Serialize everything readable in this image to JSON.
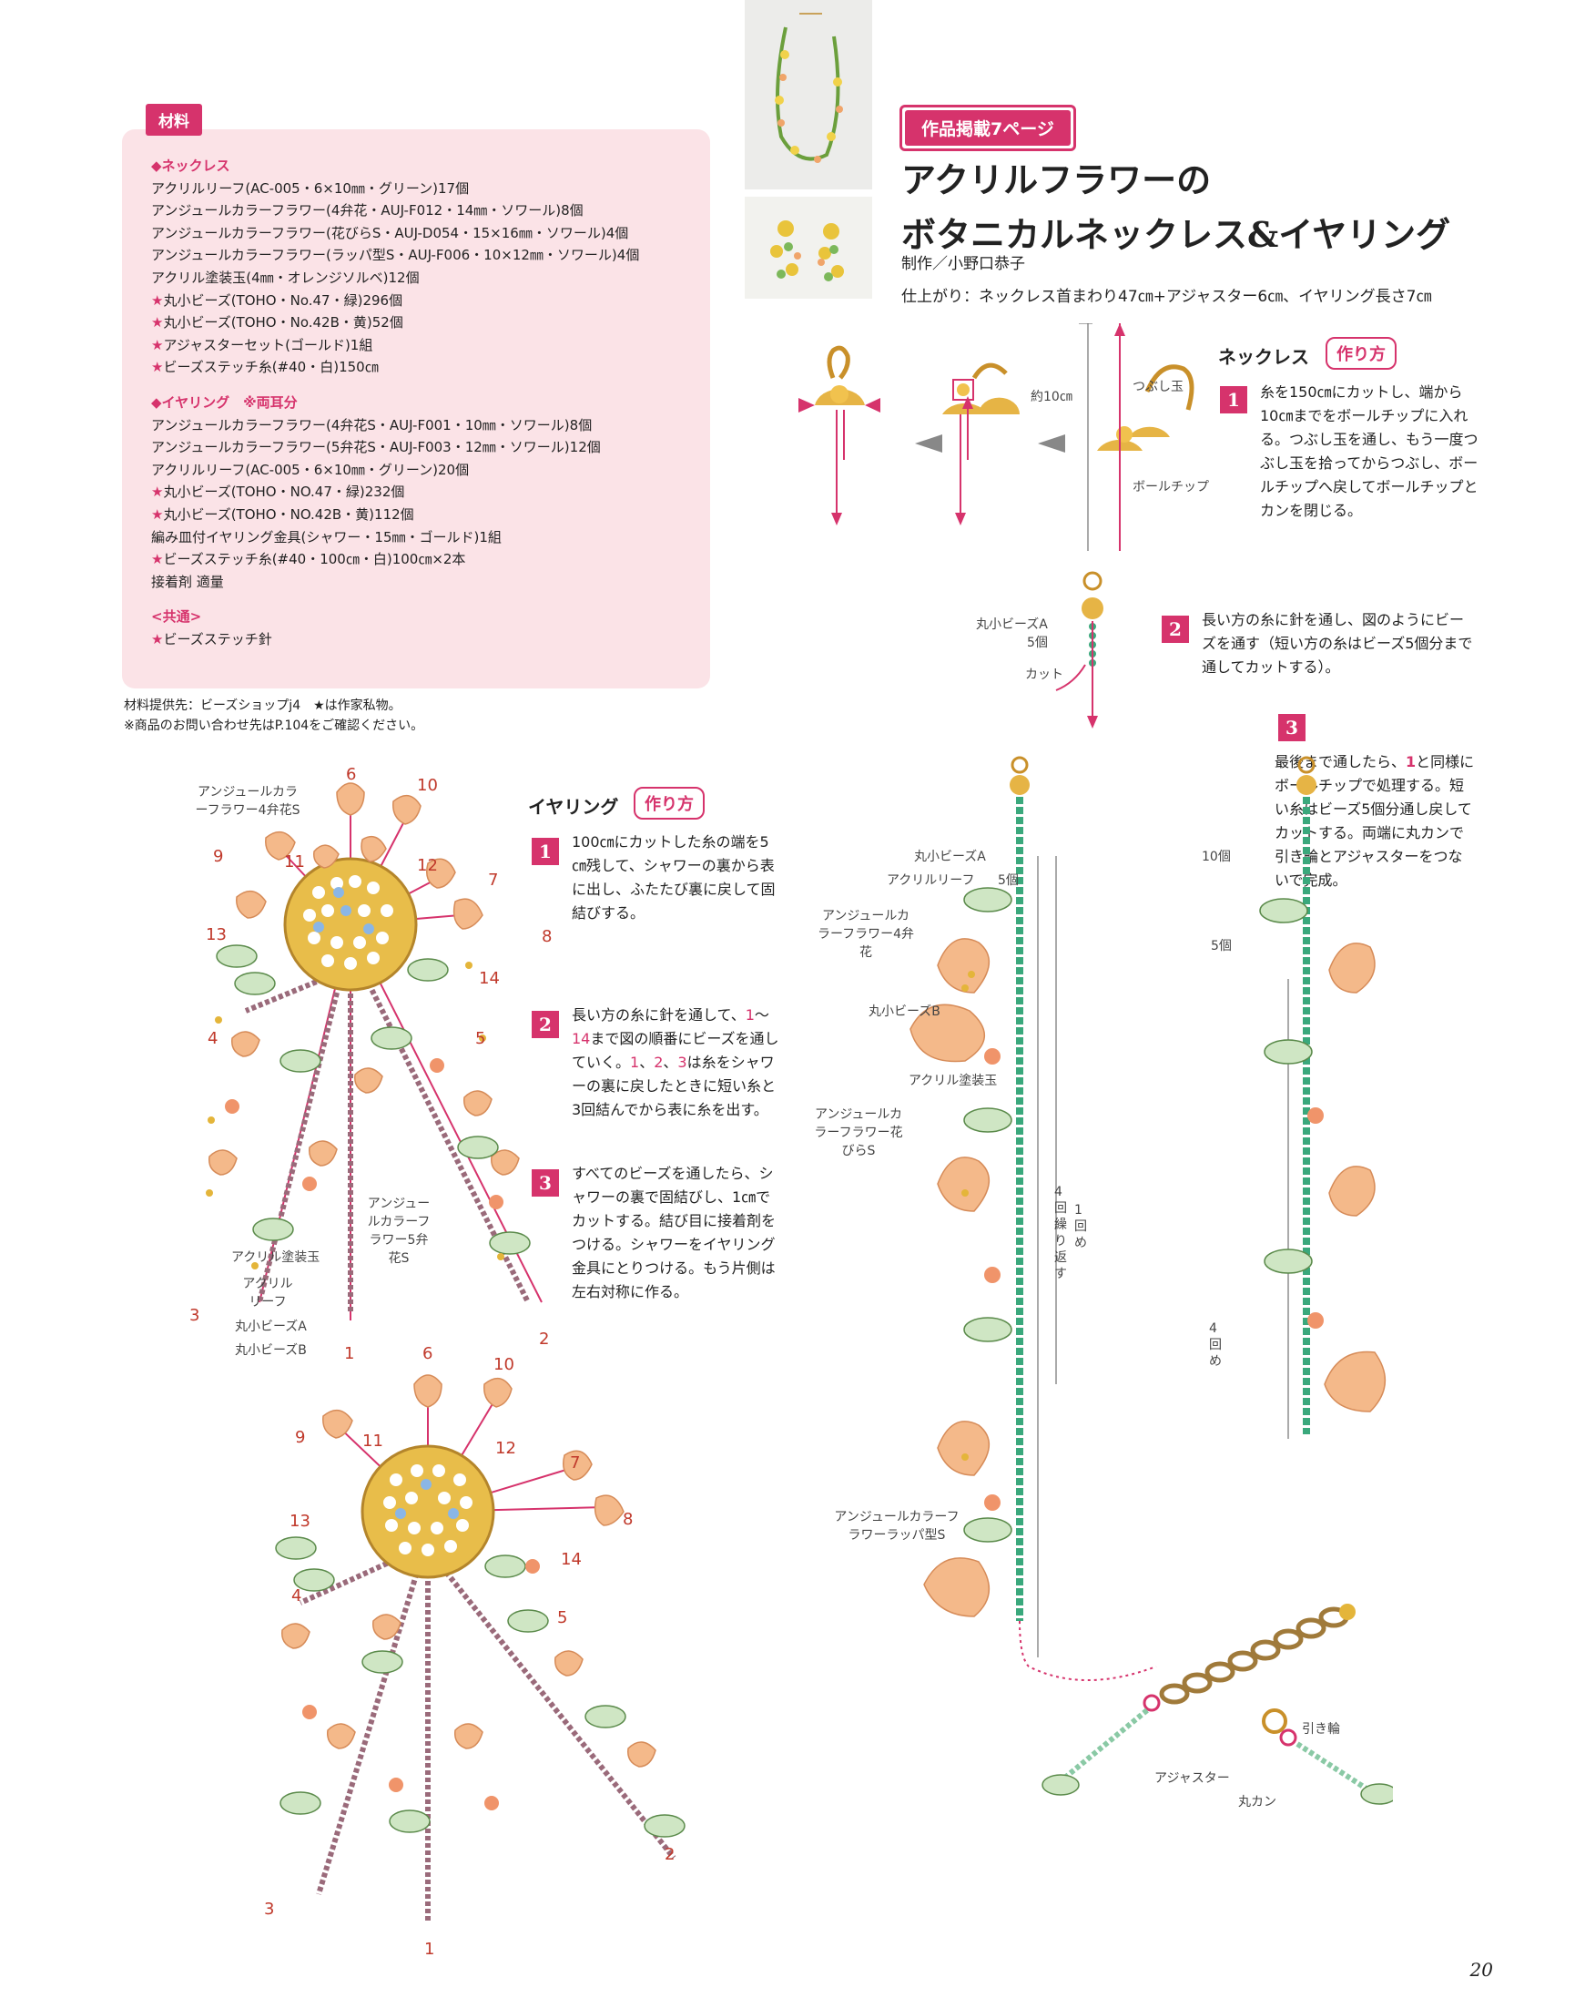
{
  "materials": {
    "tag": "材料",
    "necklace_heading": "◆ネックレス",
    "necklace": [
      "アクリルリーフ(AC-005・6×10㎜・グリーン)17個",
      "アンジュールカラーフラワー(4弁花・AUJ-F012・14㎜・ソワール)8個",
      "アンジュールカラーフラワー(花びらS・AUJ-D054・15×16㎜・ソワール)4個",
      "アンジュールカラーフラワー(ラッパ型S・AUJ-F006・10×12㎜・ソワール)4個",
      "アクリル塗装玉(4㎜・オレンジソルベ)12個",
      "丸小ビーズ(TOHO・No.47・緑)296個",
      "丸小ビーズ(TOHO・No.42B・黄)52個",
      "アジャスターセット(ゴールド)1組",
      "ビーズステッチ糸(#40・白)150㎝"
    ],
    "necklace_star": [
      false,
      false,
      false,
      false,
      false,
      true,
      true,
      true,
      true
    ],
    "earring_heading": "◆イヤリング　※両耳分",
    "earring": [
      "アンジュールカラーフラワー(4弁花S・AUJ-F001・10㎜・ソワール)8個",
      "アンジュールカラーフラワー(5弁花S・AUJ-F003・12㎜・ソワール)12個",
      "アクリルリーフ(AC-005・6×10㎜・グリーン)20個",
      "丸小ビーズ(TOHO・NO.47・緑)232個",
      "丸小ビーズ(TOHO・NO.42B・黄)112個",
      "編み皿付イヤリング金具(シャワー・15㎜・ゴールド)1組",
      "ビーズステッチ糸(#40・100㎝・白)100㎝×2本",
      "接着剤 適量"
    ],
    "earring_star": [
      false,
      false,
      false,
      true,
      true,
      false,
      true,
      false
    ],
    "common_heading": "<共通>",
    "common": [
      "ビーズステッチ針"
    ],
    "star": "★",
    "credit1": "材料提供先：ビーズショップj4　★は作家私物。",
    "credit2": "※商品のお問い合わせ先はP.104をご確認ください。"
  },
  "header": {
    "page_tag": "作品掲載7ページ",
    "title1": "アクリルフラワーの",
    "title2": "ボタニカルネックレス&イヤリング",
    "maker": "制作／小野口恭子",
    "finish": "仕上がり：ネックレス首まわり47㎝+アジャスター6㎝、イヤリング長さ7㎝"
  },
  "necklace": {
    "heading": "ネックレス",
    "howto": "作り方",
    "steps": [
      {
        "num": "1",
        "text": "糸を150㎝にカットし、端から10㎝までをボールチップに入れる。つぶし玉を通し、もう一度つぶし玉を拾ってからつぶし、ボールチップへ戻してボールチップとカンを閉じる。"
      },
      {
        "num": "2",
        "text": "長い方の糸に針を通し、図のようにビーズを通す（短い方の糸はビーズ5個分まで通してカットする）。"
      },
      {
        "num": "3",
        "text_a": "最後まで通したら、",
        "ref": "1",
        "text_b": "と同様にボールチップで処理する。短い糸はビーズ5個分通し戻してカットする。両端に丸カンで引き輪とアジャスターをつないで完成。"
      }
    ],
    "labels": {
      "yaku10": "約10㎝",
      "tsubushi": "つぶし玉",
      "ballchip": "ボールチップ",
      "beadsA5": "丸小ビーズA",
      "count5": "5個",
      "cut": "カット",
      "d_beadsA": "丸小ビーズA",
      "d_leaf": "アクリルリーフ",
      "d_5": "5個",
      "d_flower4": "アンジュールカラーフラワー4弁花",
      "d_beadsB": "丸小ビーズB",
      "d_paint": "アクリル塗装玉",
      "d_petal": "アンジュールカラーフラワー花びらS",
      "d_trumpet": "アンジュールカラーフラワーラッパ型S",
      "d_repeat": "4回繰り返す",
      "d_first": "1回め",
      "d_10": "10個",
      "d_5b": "5個",
      "d_4th": "4回め",
      "adjuster": "アジャスター",
      "clasp": "引き輪",
      "ring": "丸カン"
    }
  },
  "earring": {
    "heading": "イヤリング",
    "howto": "作り方",
    "steps": [
      {
        "num": "1",
        "text": "100㎝にカットした糸の端を5㎝残して、シャワーの裏から表に出し、ふたたび裏に戻して固結びする。"
      },
      {
        "num": "2",
        "text_a": "長い方の糸に針を通して、",
        "r1": "1",
        "text_b": "～",
        "r2": "14",
        "text_c": "まで図の順番にビーズを通していく。",
        "r3": "1",
        "sep1": "、",
        "r4": "2",
        "sep2": "、",
        "r5": "3",
        "text_d": "は糸をシャワーの裏に戻したときに短い糸と3回結んでから表に糸を出す。"
      },
      {
        "num": "3",
        "text": "すべてのビーズを通したら、シャワーの裏で固結びし、1㎝でカットする。結び目に接着剤をつける。シャワーをイヤリング金具にとりつける。もう片側は左右対称に作る。"
      }
    ],
    "labels": {
      "flower4": "アンジュールカラーフラワー4弁花S",
      "flower5": "アンジュールカラーフラワー5弁花S",
      "paint": "アクリル塗装玉",
      "leaf": "アクリルリーフ",
      "beadsA": "丸小ビーズA",
      "beadsB": "丸小ビーズB"
    },
    "numbers": [
      "1",
      "2",
      "3",
      "4",
      "5",
      "6",
      "7",
      "8",
      "9",
      "10",
      "11",
      "12",
      "13",
      "14"
    ]
  },
  "page_number": "20",
  "colors": {
    "accent": "#d6336c",
    "bead_green": "#3aa87c",
    "bead_yellow": "#e4b53a",
    "flower": "#f4b98a",
    "leaf": "#cfe6c4",
    "gold": "#d9a53c"
  }
}
